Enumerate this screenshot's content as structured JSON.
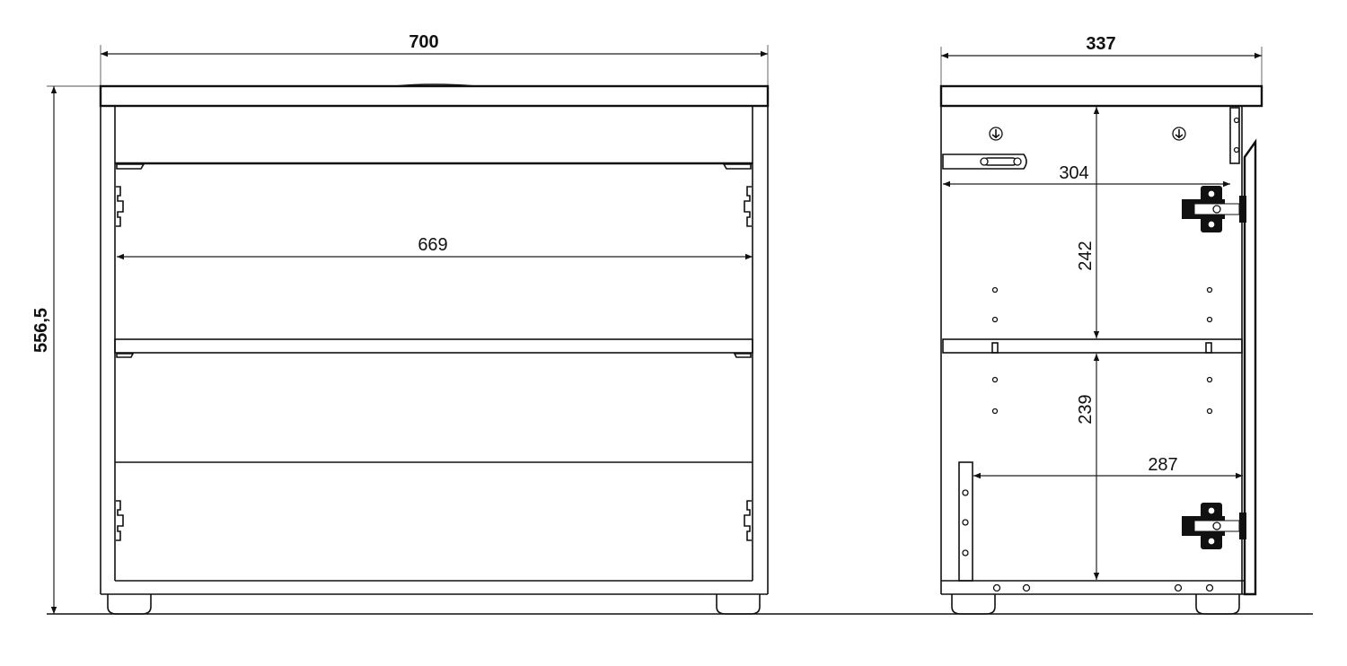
{
  "front_view": {
    "width_label": "700",
    "inner_width_label": "669",
    "height_label": "556,5"
  },
  "side_view": {
    "depth_label": "337",
    "top_inner_depth_label": "304",
    "upper_compartment_height_label": "242",
    "lower_compartment_height_label": "239",
    "lower_inner_depth_label": "287"
  }
}
